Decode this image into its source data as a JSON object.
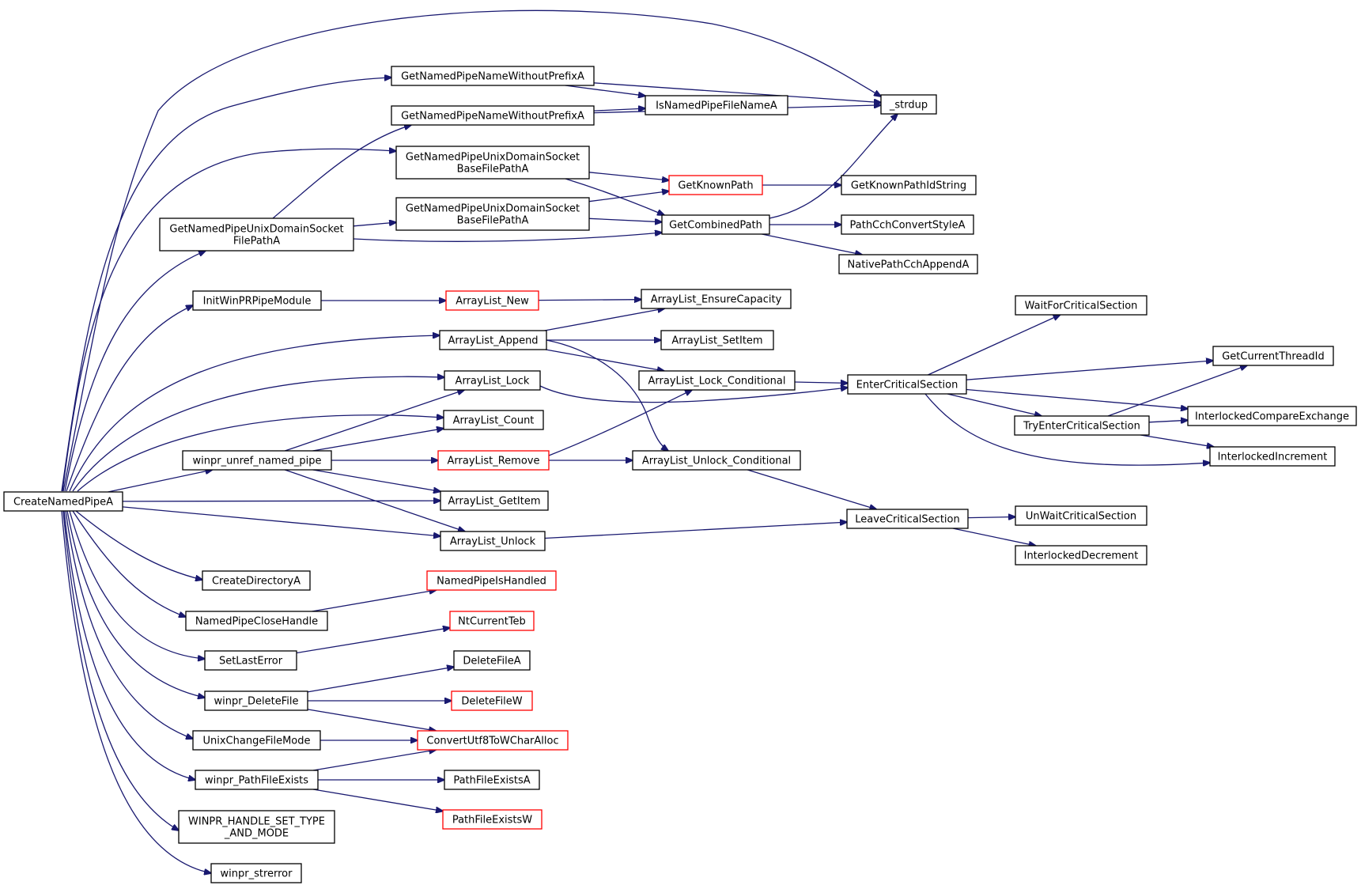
{
  "graph": {
    "colors": {
      "edge": "#191970",
      "node_border": "#000000",
      "node_border_external": "#ff0000",
      "root_fill": "#bfbfbf"
    },
    "nodes": [
      {
        "id": "create",
        "lines": [
          "CreateNamedPipeA"
        ],
        "root": true
      },
      {
        "id": "gnpnwp1",
        "lines": [
          "GetNamedPipeNameWithoutPrefixA"
        ]
      },
      {
        "id": "gnpnwp2",
        "lines": [
          "GetNamedPipeNameWithoutPrefixA"
        ]
      },
      {
        "id": "isnp",
        "lines": [
          "IsNamedPipeFileNameA"
        ]
      },
      {
        "id": "strdup",
        "lines": [
          "_strdup"
        ]
      },
      {
        "id": "gnpudsb1",
        "lines": [
          "GetNamedPipeUnixDomainSocket",
          "BaseFilePathA"
        ]
      },
      {
        "id": "gnpudsb2",
        "lines": [
          "GetNamedPipeUnixDomainSocket",
          "BaseFilePathA"
        ]
      },
      {
        "id": "gnpudsf",
        "lines": [
          "GetNamedPipeUnixDomainSocket",
          "FilePathA"
        ]
      },
      {
        "id": "gkp",
        "lines": [
          "GetKnownPath"
        ],
        "external": true
      },
      {
        "id": "gkpid",
        "lines": [
          "GetKnownPathIdString"
        ]
      },
      {
        "id": "gcp",
        "lines": [
          "GetCombinedPath"
        ]
      },
      {
        "id": "pccs",
        "lines": [
          "PathCchConvertStyleA"
        ]
      },
      {
        "id": "npca",
        "lines": [
          "NativePathCchAppendA"
        ]
      },
      {
        "id": "initwin",
        "lines": [
          "InitWinPRPipeModule"
        ]
      },
      {
        "id": "alnew",
        "lines": [
          "ArrayList_New"
        ],
        "external": true
      },
      {
        "id": "alens",
        "lines": [
          "ArrayList_EnsureCapacity"
        ]
      },
      {
        "id": "alapp",
        "lines": [
          "ArrayList_Append"
        ]
      },
      {
        "id": "alset",
        "lines": [
          "ArrayList_SetItem"
        ]
      },
      {
        "id": "allock",
        "lines": [
          "ArrayList_Lock"
        ]
      },
      {
        "id": "allockc",
        "lines": [
          "ArrayList_Lock_Conditional"
        ]
      },
      {
        "id": "enter",
        "lines": [
          "EnterCriticalSection"
        ]
      },
      {
        "id": "waitcs",
        "lines": [
          "WaitForCriticalSection"
        ]
      },
      {
        "id": "gctid",
        "lines": [
          "GetCurrentThreadId"
        ]
      },
      {
        "id": "tryenter",
        "lines": [
          "TryEnterCriticalSection"
        ]
      },
      {
        "id": "ice",
        "lines": [
          "InterlockedCompareExchange"
        ]
      },
      {
        "id": "iinc",
        "lines": [
          "InterlockedIncrement"
        ]
      },
      {
        "id": "alcount",
        "lines": [
          "ArrayList_Count"
        ]
      },
      {
        "id": "unref",
        "lines": [
          "winpr_unref_named_pipe"
        ]
      },
      {
        "id": "alremove",
        "lines": [
          "ArrayList_Remove"
        ],
        "external": true
      },
      {
        "id": "alunlockc",
        "lines": [
          "ArrayList_Unlock_Conditional"
        ]
      },
      {
        "id": "algetitem",
        "lines": [
          "ArrayList_GetItem"
        ]
      },
      {
        "id": "alunlock",
        "lines": [
          "ArrayList_Unlock"
        ]
      },
      {
        "id": "leave",
        "lines": [
          "LeaveCriticalSection"
        ]
      },
      {
        "id": "unwait",
        "lines": [
          "UnWaitCriticalSection"
        ]
      },
      {
        "id": "idec",
        "lines": [
          "InterlockedDecrement"
        ]
      },
      {
        "id": "createdir",
        "lines": [
          "CreateDirectoryA"
        ]
      },
      {
        "id": "npch",
        "lines": [
          "NamedPipeCloseHandle"
        ]
      },
      {
        "id": "npih",
        "lines": [
          "NamedPipeIsHandled"
        ],
        "external": true
      },
      {
        "id": "ntct",
        "lines": [
          "NtCurrentTeb"
        ],
        "external": true
      },
      {
        "id": "setlast",
        "lines": [
          "SetLastError"
        ]
      },
      {
        "id": "delfilea",
        "lines": [
          "DeleteFileA"
        ]
      },
      {
        "id": "wdelfile",
        "lines": [
          "winpr_DeleteFile"
        ]
      },
      {
        "id": "delfilew",
        "lines": [
          "DeleteFileW"
        ],
        "external": true
      },
      {
        "id": "conv",
        "lines": [
          "ConvertUtf8ToWCharAlloc"
        ],
        "external": true
      },
      {
        "id": "ucfm",
        "lines": [
          "UnixChangeFileMode"
        ]
      },
      {
        "id": "wpfe",
        "lines": [
          "winpr_PathFileExists"
        ]
      },
      {
        "id": "pfea",
        "lines": [
          "PathFileExistsA"
        ]
      },
      {
        "id": "pfew",
        "lines": [
          "PathFileExistsW"
        ],
        "external": true
      },
      {
        "id": "whst",
        "lines": [
          "WINPR_HANDLE_SET_TYPE",
          "_AND_MODE"
        ]
      },
      {
        "id": "wstrerr",
        "lines": [
          "winpr_strerror"
        ]
      }
    ],
    "edges": [
      [
        "create",
        "strdup"
      ],
      [
        "create",
        "gnpnwp1"
      ],
      [
        "create",
        "gnpudsb1"
      ],
      [
        "create",
        "gnpudsf"
      ],
      [
        "create",
        "initwin"
      ],
      [
        "create",
        "alapp"
      ],
      [
        "create",
        "allock"
      ],
      [
        "create",
        "alcount"
      ],
      [
        "create",
        "unref"
      ],
      [
        "create",
        "algetitem"
      ],
      [
        "create",
        "alunlock"
      ],
      [
        "create",
        "createdir"
      ],
      [
        "create",
        "npch"
      ],
      [
        "create",
        "setlast"
      ],
      [
        "create",
        "wdelfile"
      ],
      [
        "create",
        "ucfm"
      ],
      [
        "create",
        "wpfe"
      ],
      [
        "create",
        "whst"
      ],
      [
        "create",
        "wstrerr"
      ],
      [
        "gnpnwp1",
        "strdup"
      ],
      [
        "gnpnwp1",
        "isnp"
      ],
      [
        "gnpnwp2",
        "isnp"
      ],
      [
        "gnpnwp2",
        "strdup"
      ],
      [
        "gnpudsf",
        "gnpnwp2"
      ],
      [
        "gnpudsf",
        "gnpudsb2"
      ],
      [
        "gnpudsf",
        "gcp"
      ],
      [
        "gnpudsb1",
        "gkp"
      ],
      [
        "gnpudsb1",
        "gcp"
      ],
      [
        "gnpudsb2",
        "gkp"
      ],
      [
        "gnpudsb2",
        "gcp"
      ],
      [
        "gkp",
        "gkpid"
      ],
      [
        "gcp",
        "strdup"
      ],
      [
        "gcp",
        "pccs"
      ],
      [
        "gcp",
        "npca"
      ],
      [
        "initwin",
        "alnew"
      ],
      [
        "alnew",
        "alens"
      ],
      [
        "alapp",
        "alens"
      ],
      [
        "alapp",
        "alset"
      ],
      [
        "alapp",
        "allockc"
      ],
      [
        "alapp",
        "alunlockc"
      ],
      [
        "allock",
        "enter"
      ],
      [
        "allockc",
        "enter"
      ],
      [
        "enter",
        "waitcs"
      ],
      [
        "enter",
        "gctid"
      ],
      [
        "enter",
        "tryenter"
      ],
      [
        "enter",
        "ice"
      ],
      [
        "enter",
        "iinc"
      ],
      [
        "tryenter",
        "gctid"
      ],
      [
        "tryenter",
        "ice"
      ],
      [
        "tryenter",
        "iinc"
      ],
      [
        "unref",
        "allock"
      ],
      [
        "unref",
        "alcount"
      ],
      [
        "unref",
        "alremove"
      ],
      [
        "unref",
        "algetitem"
      ],
      [
        "unref",
        "alunlock"
      ],
      [
        "alremove",
        "allockc"
      ],
      [
        "alremove",
        "alunlockc"
      ],
      [
        "alunlockc",
        "leave"
      ],
      [
        "alunlock",
        "leave"
      ],
      [
        "leave",
        "unwait"
      ],
      [
        "leave",
        "idec"
      ],
      [
        "npch",
        "npih"
      ],
      [
        "setlast",
        "ntct"
      ],
      [
        "wdelfile",
        "delfilea"
      ],
      [
        "wdelfile",
        "delfilew"
      ],
      [
        "wdelfile",
        "conv"
      ],
      [
        "ucfm",
        "conv"
      ],
      [
        "wpfe",
        "conv"
      ],
      [
        "wpfe",
        "pfea"
      ],
      [
        "wpfe",
        "pfew"
      ]
    ]
  }
}
